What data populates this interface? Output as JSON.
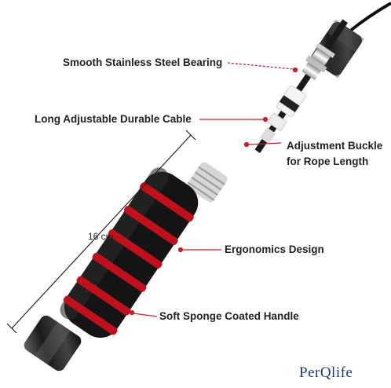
{
  "labels": {
    "bearing": "Smooth Stainless Steel Bearing",
    "cable": "Long Adjustable Durable Cable",
    "buckle_line1": "Adjustment Buckle",
    "buckle_line2": "for Rope Length",
    "ergonomics": "Ergonomics Design",
    "sponge": "Soft Sponge Coated Handle"
  },
  "dimension": "16 cm",
  "brand": "PerQlife",
  "colors": {
    "leader": "#c2222d",
    "foam": "#141414",
    "ring": "#c0101c",
    "cable": "#0c0c0c"
  }
}
